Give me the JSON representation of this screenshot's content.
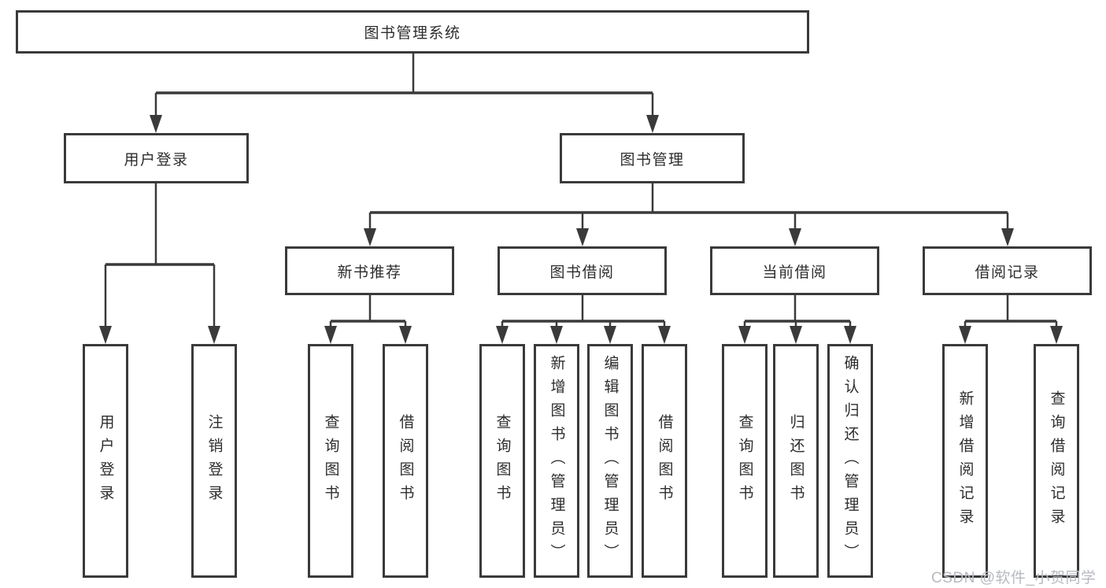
{
  "diagram": {
    "root": {
      "label": "图书管理系统"
    },
    "branches": {
      "user_login": {
        "label": "用户登录",
        "children": [
          {
            "label": "用户登录"
          },
          {
            "label": "注销登录"
          }
        ]
      },
      "book_management": {
        "label": "图书管理",
        "children": [
          {
            "label": "新书推荐",
            "children": [
              {
                "label": "查询图书"
              },
              {
                "label": "借阅图书"
              }
            ]
          },
          {
            "label": "图书借阅",
            "children": [
              {
                "label": "查询图书"
              },
              {
                "label": "新增图书（管理员）"
              },
              {
                "label": "编辑图书（管理员）"
              },
              {
                "label": "借阅图书"
              }
            ]
          },
          {
            "label": "当前借阅",
            "children": [
              {
                "label": "查询图书"
              },
              {
                "label": "归还图书"
              },
              {
                "label": "确认归还（管理员）"
              }
            ]
          },
          {
            "label": "借阅记录",
            "children": [
              {
                "label": "新增借阅记录"
              },
              {
                "label": "查询借阅记录"
              }
            ]
          }
        ]
      }
    }
  },
  "watermark": {
    "text": "CSDN @软件_小贺同学"
  },
  "colors": {
    "line": "#3a3a3a",
    "text": "#2d2d2d",
    "background": "#ffffff",
    "watermark": "#b7bac0"
  }
}
